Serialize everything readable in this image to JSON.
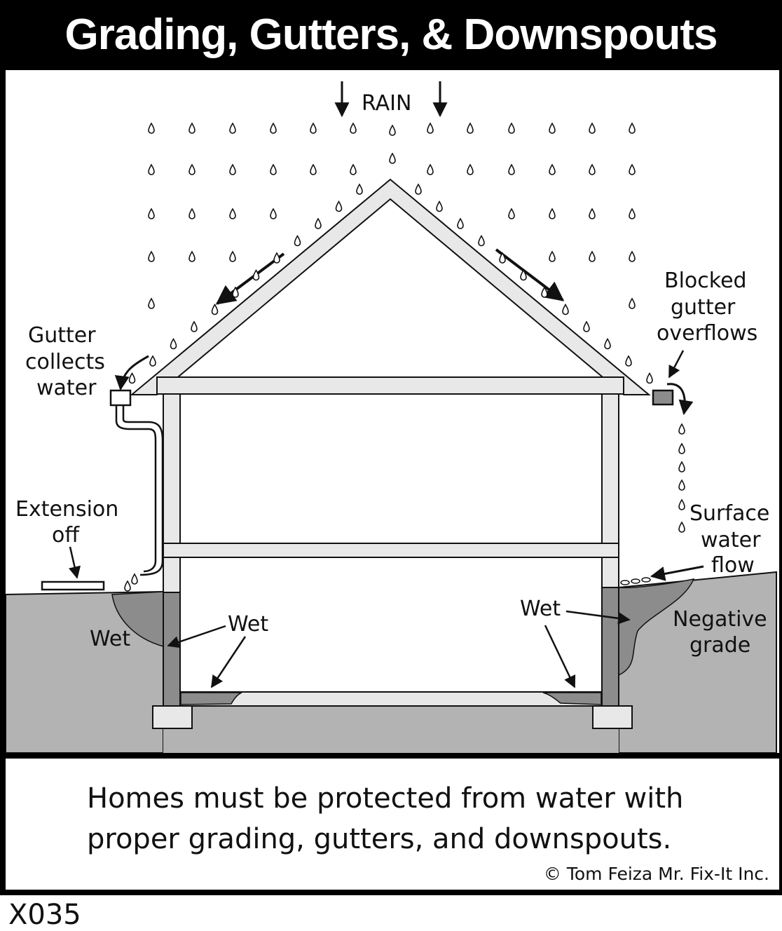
{
  "title": "Grading, Gutters, & Downspouts",
  "labels": {
    "rain": "RAIN",
    "gutter": [
      "Gutter",
      "collects",
      "water"
    ],
    "blocked": [
      "Blocked",
      "gutter",
      "overflows"
    ],
    "extension": [
      "Extension",
      "off"
    ],
    "surface": [
      "Surface",
      "water",
      "flow"
    ],
    "negative": [
      "Negative",
      "grade"
    ],
    "wet": "Wet"
  },
  "caption": [
    "Homes must be protected from water with",
    "proper grading, gutters, and downspouts."
  ],
  "credit": "© Tom Feiza Mr. Fix-It Inc.",
  "code": "X035",
  "colors": {
    "ground": "#b3b3b3",
    "wet": "#8c8c8c",
    "wall": "#e8e8e8",
    "line": "#1a1a1a"
  }
}
